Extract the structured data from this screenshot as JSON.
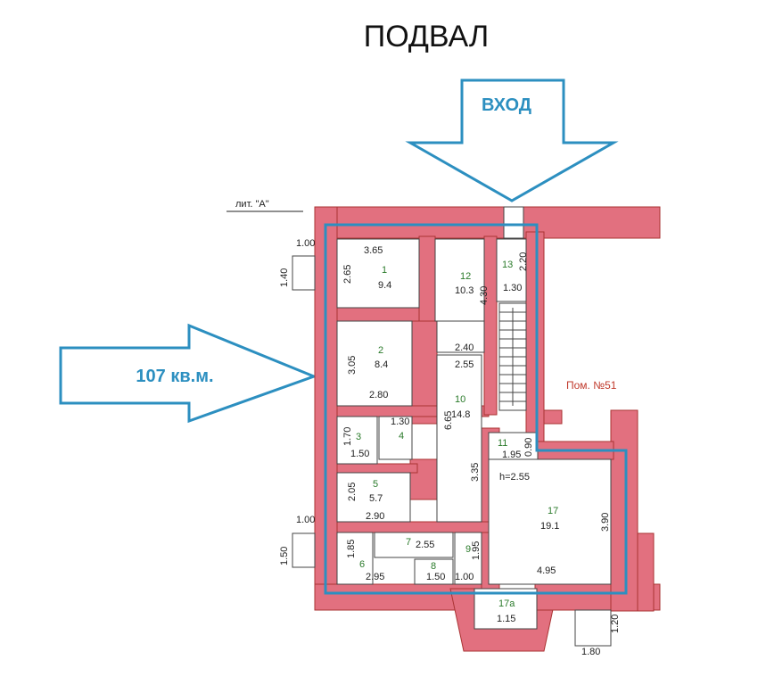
{
  "title": "ПОДВАЛ",
  "entrance_label": "ВХОД",
  "area_label": "107 кв.м.",
  "building_letter": "лит. \"А\"",
  "neighbor_label": "Пом. №51",
  "height_label": "h=2.55",
  "rooms": [
    {
      "num": "1",
      "area": "9.4"
    },
    {
      "num": "2",
      "area": "8.4"
    },
    {
      "num": "3",
      "area": ""
    },
    {
      "num": "4",
      "area": ""
    },
    {
      "num": "5",
      "area": "5.7"
    },
    {
      "num": "6",
      "area": ""
    },
    {
      "num": "7",
      "area": ""
    },
    {
      "num": "8",
      "area": ""
    },
    {
      "num": "9",
      "area": ""
    },
    {
      "num": "10",
      "area": "14.8"
    },
    {
      "num": "11",
      "area": ""
    },
    {
      "num": "12",
      "area": "10.3"
    },
    {
      "num": "13",
      "area": ""
    },
    {
      "num": "17",
      "area": "19.1"
    },
    {
      "num": "17а",
      "area": ""
    }
  ],
  "dimensions": [
    "3.65",
    "2.65",
    "3.05",
    "2.80",
    "1.70",
    "1.50",
    "1.30",
    "2.05",
    "2.90",
    "1.85",
    "2.95",
    "2.55",
    "1.50",
    "1.00",
    "1.95",
    "2.40",
    "2.55",
    "6.65",
    "3.35",
    "4.30",
    "2.20",
    "1.30",
    "0.90",
    "1.95",
    "3.90",
    "4.95",
    "1.15",
    "1.20",
    "1.80",
    "1.00",
    "1.40",
    "1.00",
    "1.50"
  ],
  "colors": {
    "wall": "#e2707f",
    "outline": "#2c8fc0"
  }
}
